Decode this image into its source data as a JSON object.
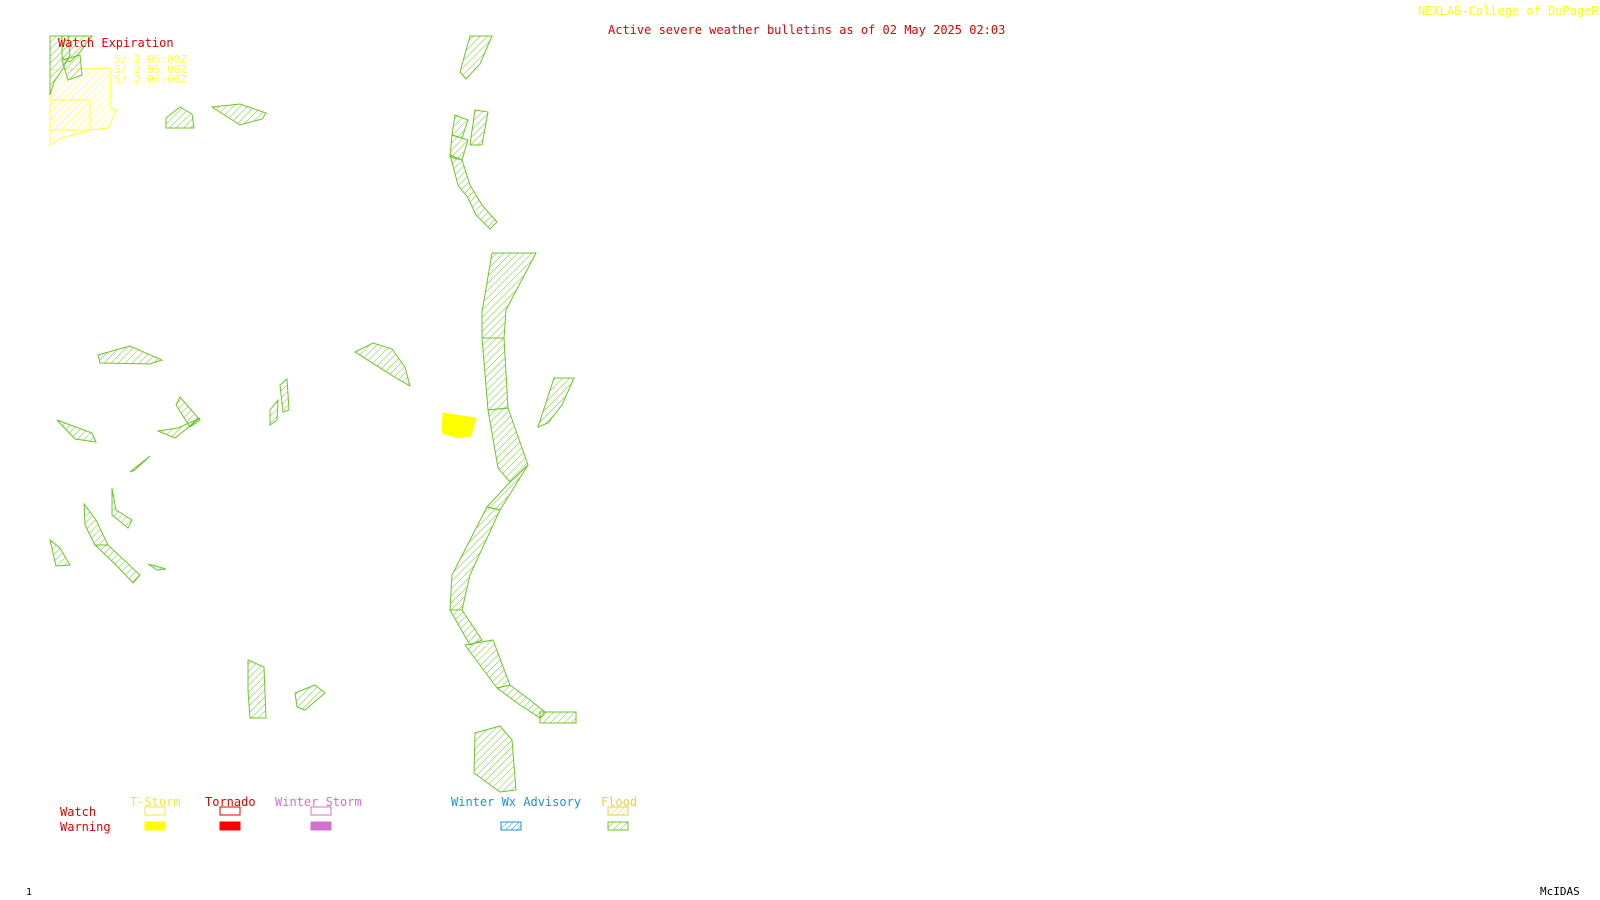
{
  "header": {
    "credit": "NEXLAB-College of DuPage",
    "credit_suffix": "R",
    "bulletin": "Active severe weather bulletins as of 02 May 2025 02:03"
  },
  "watch_expiration": {
    "title": "Watch Expiration",
    "times": [
      "5/ 2 05:00Z",
      "5/ 2 05:00Z",
      "5/ 2 06:00Z"
    ]
  },
  "legend": {
    "row_labels": {
      "watch": "Watch",
      "warning": "Warning"
    },
    "categories": [
      {
        "label": "T-Storm",
        "color": "#f5e642"
      },
      {
        "label": "Tornado",
        "color": "#e00000"
      },
      {
        "label": "Winter Storm",
        "color": "#d070d0"
      },
      {
        "label": "Winter Wx Advisory",
        "color": "#2090d0"
      },
      {
        "label": "Flood",
        "color": "#e8d040"
      }
    ]
  },
  "colors": {
    "flood_warning": "#6cc42a",
    "tstorm_warning": "#ffff00",
    "tstorm_watch": "#ffff44",
    "bulletin_text": "#e00000",
    "credit_text": "#ffff00"
  },
  "footer": {
    "frame_number": "1",
    "software": "McIDAS"
  }
}
